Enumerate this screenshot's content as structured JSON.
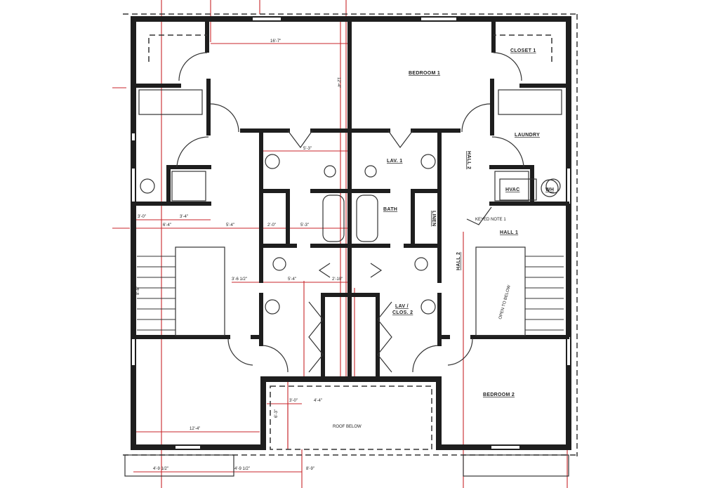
{
  "plan": {
    "rooms": {
      "bedroom1": "BEDROOM 1",
      "closet1": "CLOSET 1",
      "laundry": "LAUNDRY",
      "lav1": "LAV. 1",
      "bath": "BATH",
      "linen": "LINEN",
      "hvac": "HVAC",
      "wh": "WH",
      "hall1": "HALL 1",
      "hall2_upper": "HALL 2",
      "hall2_lower": "HALL 2",
      "lav_clos2_line1": "LAV /",
      "lav_clos2_line2": "CLOS. 2",
      "bedroom2": "BEDROOM 2",
      "roof_below": "ROOF BELOW",
      "open_to_below": "OPEN TO BELOW"
    },
    "notes": {
      "keyed_note": "KEYED NOTE 1"
    },
    "dimensions": {
      "top_width": "16'-7\"",
      "top_height": "12'-4\"",
      "bath_width": "5'-3\"",
      "closet_left": "3'-0\"",
      "closet_mid": "3'-4\"",
      "left_span": "6'-4\"",
      "hall_span": "5'-4\"",
      "linen_span": "2'-0\"",
      "tub_span": "5'-3\"",
      "stair_dim": "3'-6 1/2\"",
      "lav2_span": "5'-4\"",
      "small_span": "2'-10\"",
      "bed2_width": "12'-4\"",
      "roof_a": "3'-0\"",
      "roof_b": "4'-4\"",
      "roof_height": "6'-3\"",
      "bottom_a": "4'-9 1/2\"",
      "bottom_b": "4'-9 1/2\"",
      "bottom_c": "8'-9\"",
      "stair_len": "8'-8\""
    }
  }
}
